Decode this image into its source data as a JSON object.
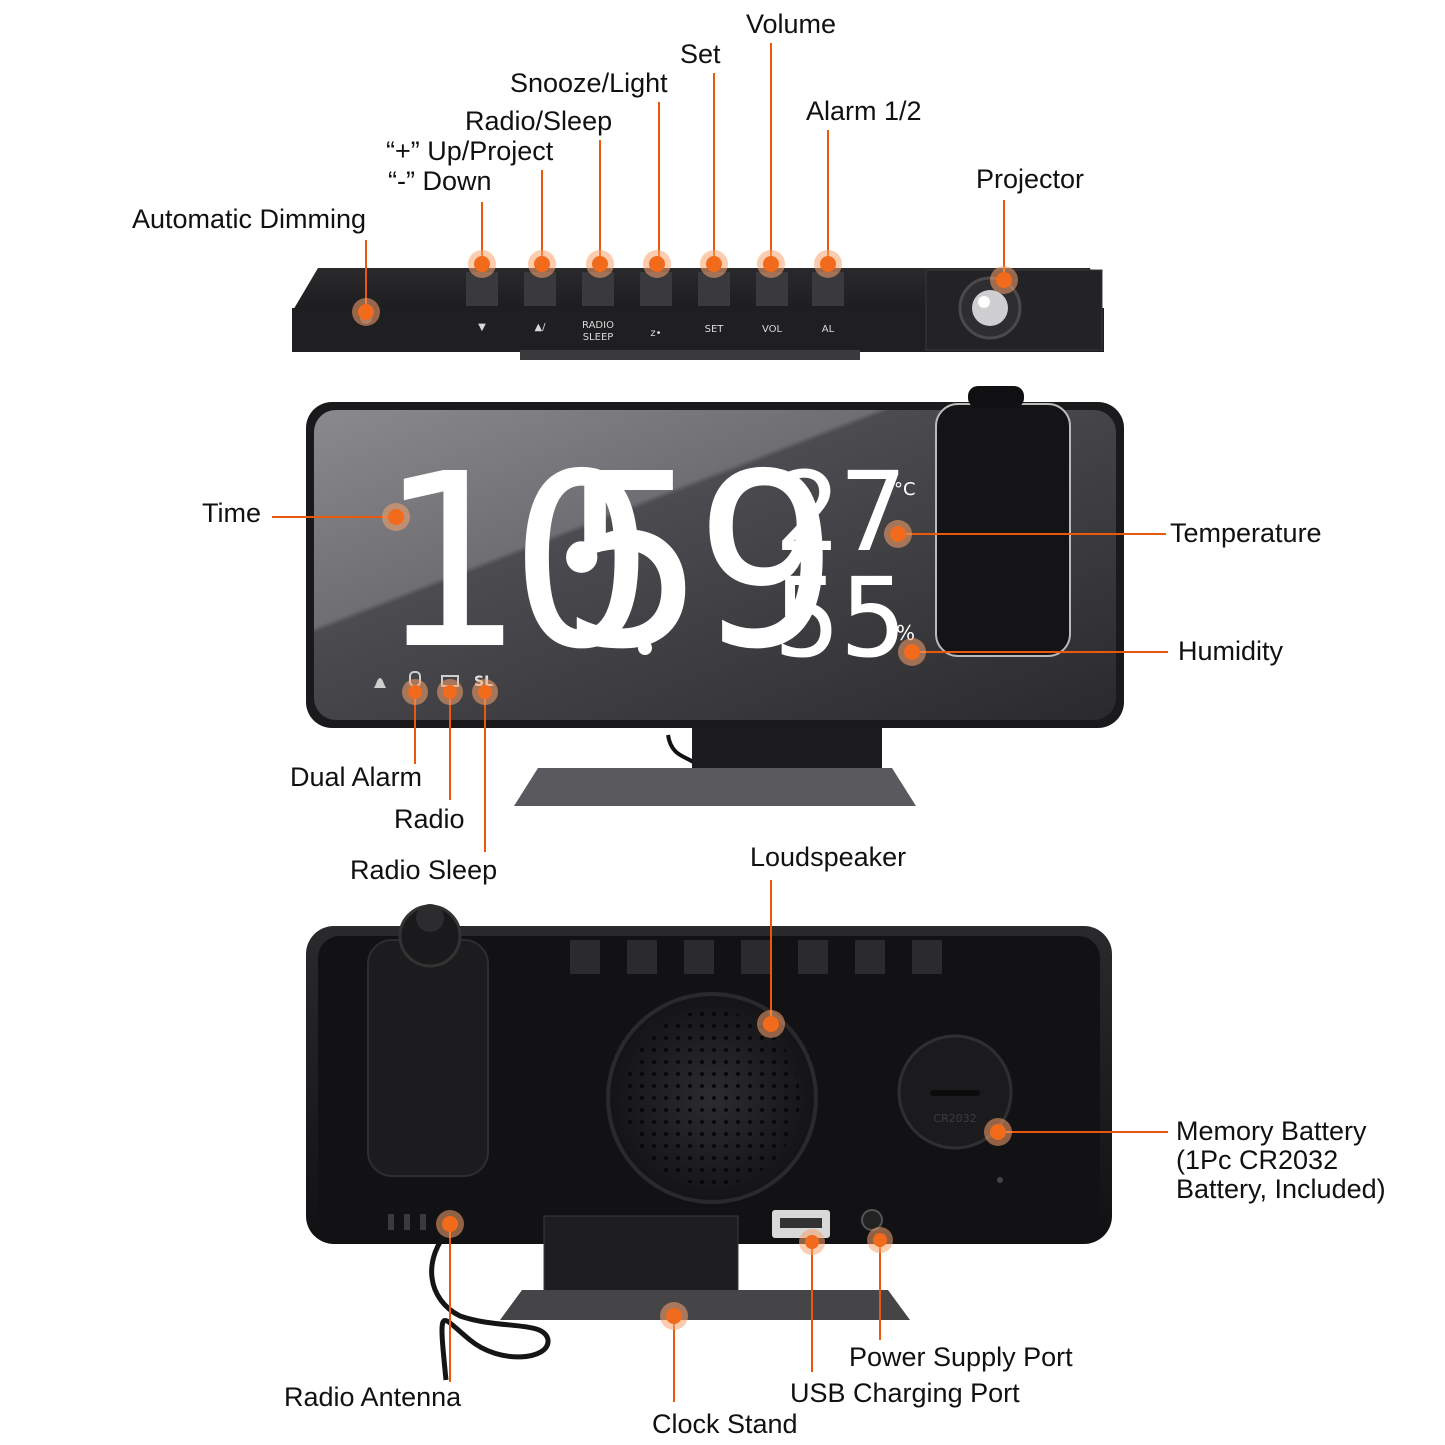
{
  "top_view": {
    "labels": {
      "auto_dimming": "Automatic Dimming",
      "down": "“-” Down",
      "up_project": "“+” Up/Project",
      "radio_sleep": "Radio/Sleep",
      "snooze_light": "Snooze/Light",
      "set": "Set",
      "volume": "Volume",
      "alarm": "Alarm 1/2",
      "projector": "Projector"
    },
    "button_texts": {
      "down": "▼",
      "up": "▲/",
      "radio": "RADIO",
      "sleep": "SLEEP",
      "snooze": "z•",
      "set": "SET",
      "vol": "VOL",
      "al": "AL"
    }
  },
  "front_view": {
    "labels": {
      "time": "Time",
      "temperature": "Temperature",
      "humidity": "Humidity",
      "dual_alarm": "Dual Alarm",
      "radio": "Radio",
      "radio_sleep": "Radio Sleep"
    },
    "display": {
      "hour": "10",
      "minute": "59",
      "temp_value": "27",
      "temp_unit": "°C",
      "humidity_value": "55",
      "humidity_unit": "%",
      "sleep_indicator": "SL"
    }
  },
  "back_view": {
    "labels": {
      "loudspeaker": "Loudspeaker",
      "memory_battery_1": "Memory Battery",
      "memory_battery_2": "(1Pc CR2032",
      "memory_battery_3": "Battery, Included)",
      "power_port": "Power Supply Port",
      "usb_port": "USB Charging Port",
      "radio_antenna": "Radio Antenna",
      "clock_stand": "Clock Stand"
    },
    "battery_text": "CR2032"
  },
  "colors": {
    "accent": "#f26a1b",
    "device_body": "#1b1b1d",
    "display_text": "#ffffff"
  }
}
